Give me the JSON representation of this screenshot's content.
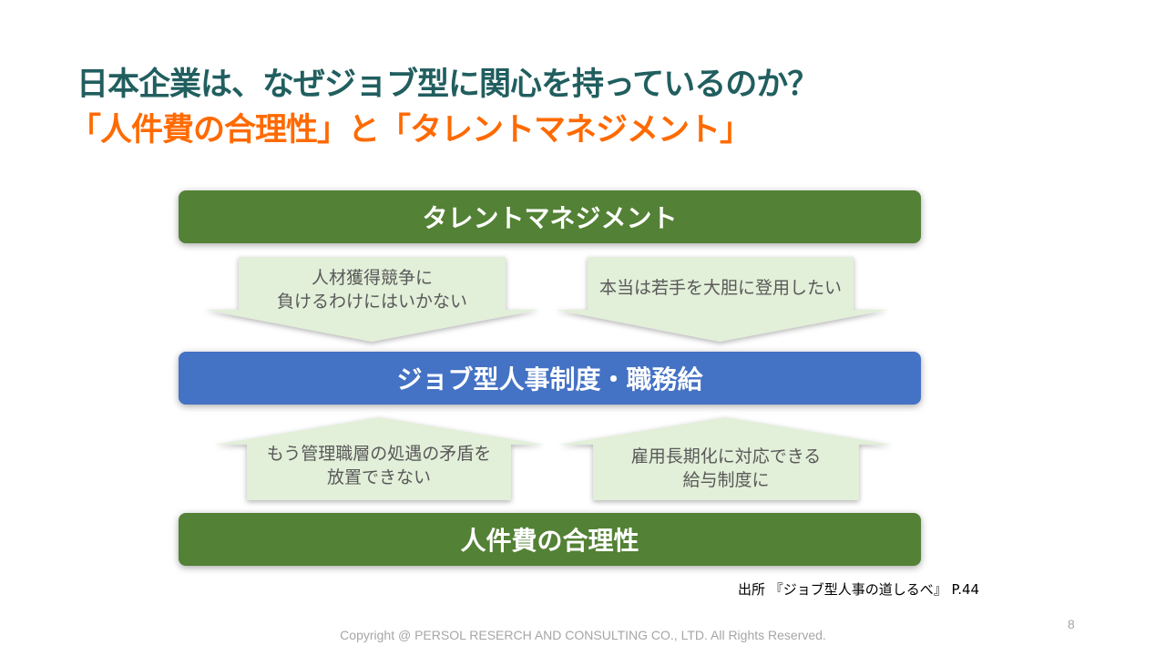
{
  "title": {
    "line1": "日本企業は、なぜジョブ型に関心を持っているのか？",
    "line2": "「人件費の合理性」と「タレントマネジメント」"
  },
  "diagram": {
    "top_box": "タレントマネジメント",
    "middle_box": "ジョブ型人事制度・職務給",
    "bottom_box": "人件費の合理性",
    "down_arrows": [
      {
        "line1": "人材獲得競争に",
        "line2": "負けるわけにはいかない"
      },
      {
        "line1": "本当は若手を大胆に登用したい",
        "line2": ""
      }
    ],
    "up_arrows": [
      {
        "line1": "もう管理職層の処遇の矛盾を",
        "line2": "放置できない"
      },
      {
        "line1": "雇用長期化に対応できる",
        "line2": "給与制度に"
      }
    ],
    "colors": {
      "green": "#538135",
      "blue": "#4472c4",
      "arrow_fill": "#e2efd9"
    }
  },
  "source": "出所 『ジョブ型人事の道しるべ』 P.44",
  "footer": {
    "copyright": "Copyright @ PERSOL RESERCH AND CONSULTING CO., LTD. All Rights Reserved.",
    "page_number": "8"
  }
}
